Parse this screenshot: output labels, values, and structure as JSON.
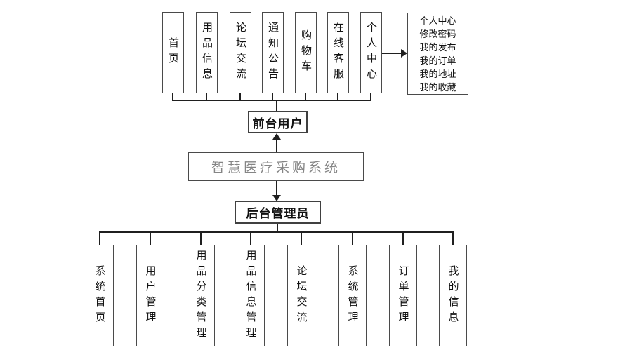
{
  "system": {
    "title": "智慧医疗采购系统"
  },
  "front": {
    "role_label": "前台用户",
    "modules": [
      "首页",
      "用品信息",
      "论坛交流",
      "通知公告",
      "购物车",
      "在线客服",
      "个人中心"
    ],
    "personal_center_popup": [
      "个人中心",
      "修改密码",
      "我的发布",
      "我的订单",
      "我的地址",
      "我的收藏"
    ]
  },
  "admin": {
    "role_label": "后台管理员",
    "modules": [
      "系统首页",
      "用户管理",
      "用品分类管理",
      "用品信息管理",
      "论坛交流",
      "系统管理",
      "订单管理",
      "我的信息"
    ]
  },
  "colors": {
    "background": "#ffffff",
    "box_border": "#4a4a4a",
    "connector": "#1f1f1f",
    "text": "#111111",
    "system_title_text": "#858585"
  }
}
